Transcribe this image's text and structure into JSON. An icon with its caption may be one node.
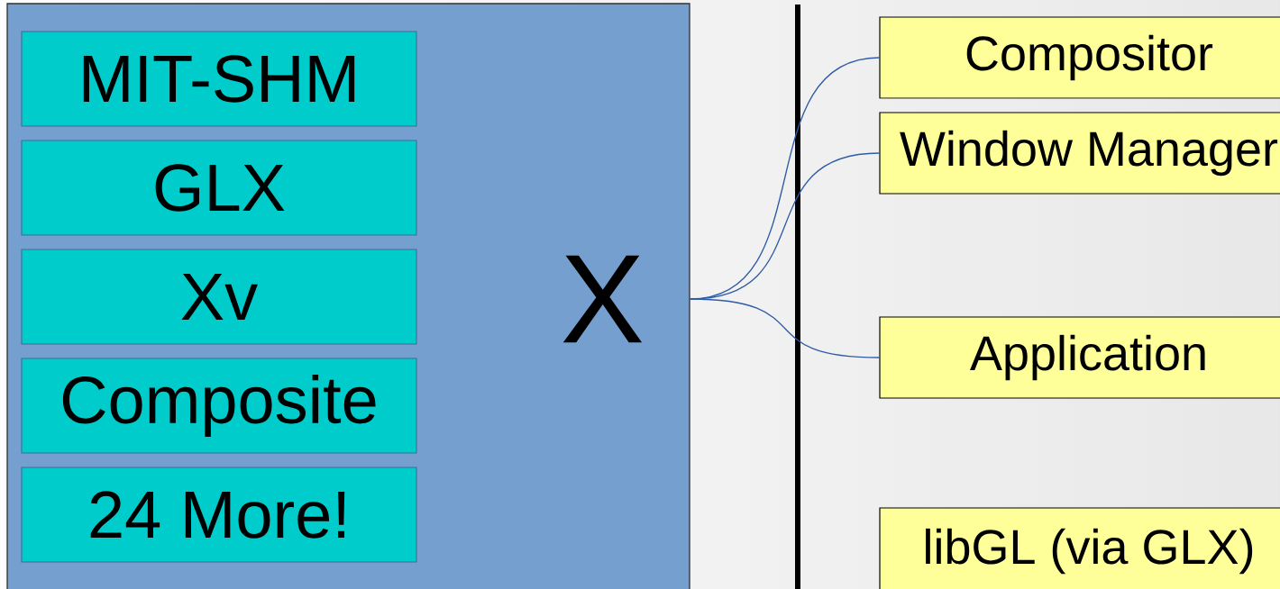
{
  "diagram": {
    "nodes": [
      {
        "text": [
          "X"
        ]
      },
      {
        "text": [
          "MIT-SHM"
        ],
        "in": 0
      },
      {
        "text": [
          "GLX"
        ],
        "in": 0
      },
      {
        "text": [
          "Xv"
        ],
        "in": 0
      },
      {
        "text": [
          "Composite"
        ],
        "in": 0
      },
      {
        "text": [
          "24 More!"
        ],
        "in": 0
      },
      {
        "text": [
          "Compositor"
        ]
      },
      {
        "text": [
          "Window Manager"
        ]
      },
      {
        "text": [
          "Application"
        ]
      },
      {
        "text": [
          "libGL (via GLX)"
        ]
      }
    ],
    "edges": [
      {
        "from": 0,
        "to": 6,
        "arrow": "none"
      },
      {
        "from": 0,
        "to": 7,
        "arrow": "none"
      },
      {
        "from": 0,
        "to": 8,
        "arrow": "none"
      }
    ]
  }
}
